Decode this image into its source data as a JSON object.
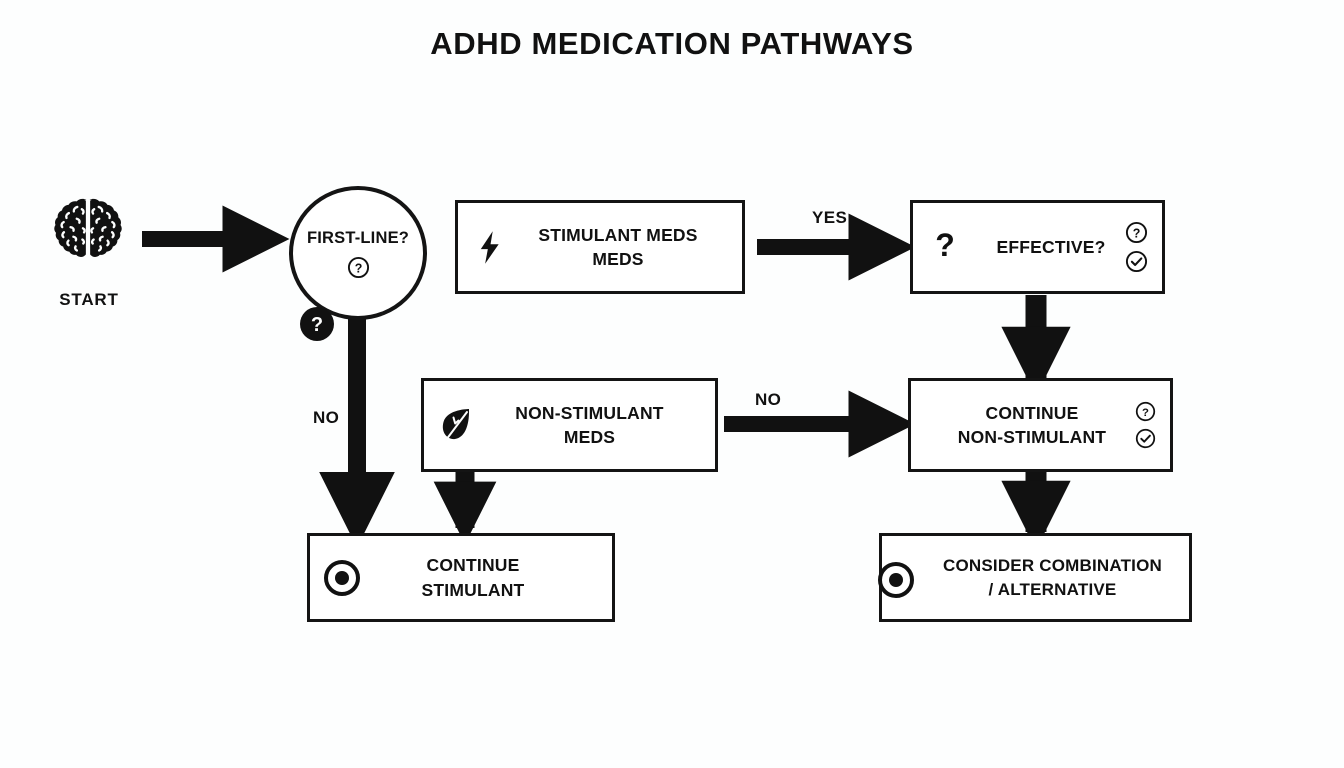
{
  "page": {
    "title": "ADHD MEDICATION PATHWAYS",
    "background_color": "#fdfefe",
    "ink_color": "#111111"
  },
  "diagram": {
    "type": "flowchart",
    "orientation": "left-to-right with downward branches",
    "start": {
      "icon": "brain-icon",
      "label": "START"
    },
    "decision": {
      "label": "FIRST-LINE?",
      "inner_icon": "circled-question-icon",
      "badge_icon": "question-badge-icon",
      "shape": "circle"
    },
    "nodes": [
      {
        "id": "stimulant-meds",
        "icon": "lightning-bolt-icon",
        "lines": [
          "STIMULANT MEDS",
          "MEDS"
        ],
        "marks": []
      },
      {
        "id": "effective",
        "icon": "question-mark-icon",
        "lines": [
          "EFFECTIVE?"
        ],
        "marks": [
          "circled-question-icon",
          "circled-check-icon"
        ]
      },
      {
        "id": "non-stimulant-meds",
        "icon": "leaf-icon",
        "lines": [
          "NON-STIMULANT",
          "MEDS"
        ],
        "marks": []
      },
      {
        "id": "continue-non-stimulant",
        "icon": null,
        "lines": [
          "CONTINUE",
          "NON-STIMULANT"
        ],
        "marks": [
          "circled-question-icon",
          "circled-check-icon"
        ]
      },
      {
        "id": "continue-stimulant",
        "icon": "target-dot-icon",
        "lines": [
          "CONTINUE",
          "STIMULANT"
        ],
        "marks": []
      },
      {
        "id": "consider-combination",
        "icon": "target-dot-icon",
        "lines": [
          "CONSIDER COMBINATION",
          "/ ALTERNATIVE"
        ],
        "marks": []
      }
    ],
    "edges": [
      {
        "id": "start-to-decision",
        "label": "",
        "direction": "right"
      },
      {
        "id": "stimulant-to-effective",
        "label": "YES",
        "direction": "right"
      },
      {
        "id": "decision-to-continue-stimulant",
        "label": "NO",
        "direction": "down"
      },
      {
        "id": "non-stimulant-to-continue-stimulant",
        "label": "",
        "direction": "down"
      },
      {
        "id": "non-stimulant-to-continue-non-stimulant",
        "label": "NO",
        "direction": "right"
      },
      {
        "id": "effective-to-continue-non-stimulant",
        "label": "",
        "direction": "down"
      },
      {
        "id": "continue-non-stimulant-to-consider",
        "label": "",
        "direction": "down"
      }
    ]
  }
}
